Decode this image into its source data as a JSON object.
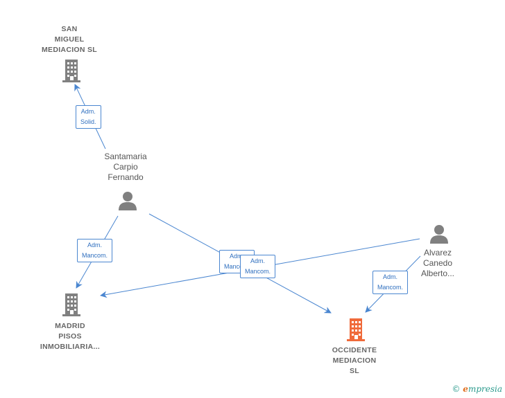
{
  "colors": {
    "edge": "#4a86d0",
    "company_icon": "#808080",
    "focus_icon": "#f06a3a",
    "person_icon": "#808080"
  },
  "nodes": {
    "san_miguel": {
      "lines": [
        "SAN",
        "MIGUEL",
        "MEDIACION SL"
      ],
      "icon": "building-icon"
    },
    "santamaria": {
      "lines": [
        "Santamaria",
        "Carpio",
        "Fernando"
      ],
      "icon": "person-icon"
    },
    "madrid": {
      "lines": [
        "MADRID",
        "PISOS",
        "INMOBILIARIA..."
      ],
      "icon": "building-icon"
    },
    "occidente": {
      "lines": [
        "OCCIDENTE",
        "MEDIACION",
        "SL"
      ],
      "icon": "building-icon"
    },
    "alvarez": {
      "lines": [
        "Alvarez",
        "Canedo",
        "Alberto..."
      ],
      "icon": "person-icon"
    }
  },
  "edges": [
    {
      "label": [
        "Adm.",
        "Solid."
      ]
    },
    {
      "label": [
        "Adm.",
        "Mancom."
      ]
    },
    {
      "label": [
        "Adm.",
        "Mancom."
      ]
    },
    {
      "label": [
        "Adm.",
        "Mancom."
      ]
    },
    {
      "label": [
        "Adm.",
        "Mancom."
      ]
    }
  ],
  "footer": {
    "copyright": "©",
    "brand_initial": "e",
    "brand_rest": "mpresia"
  }
}
